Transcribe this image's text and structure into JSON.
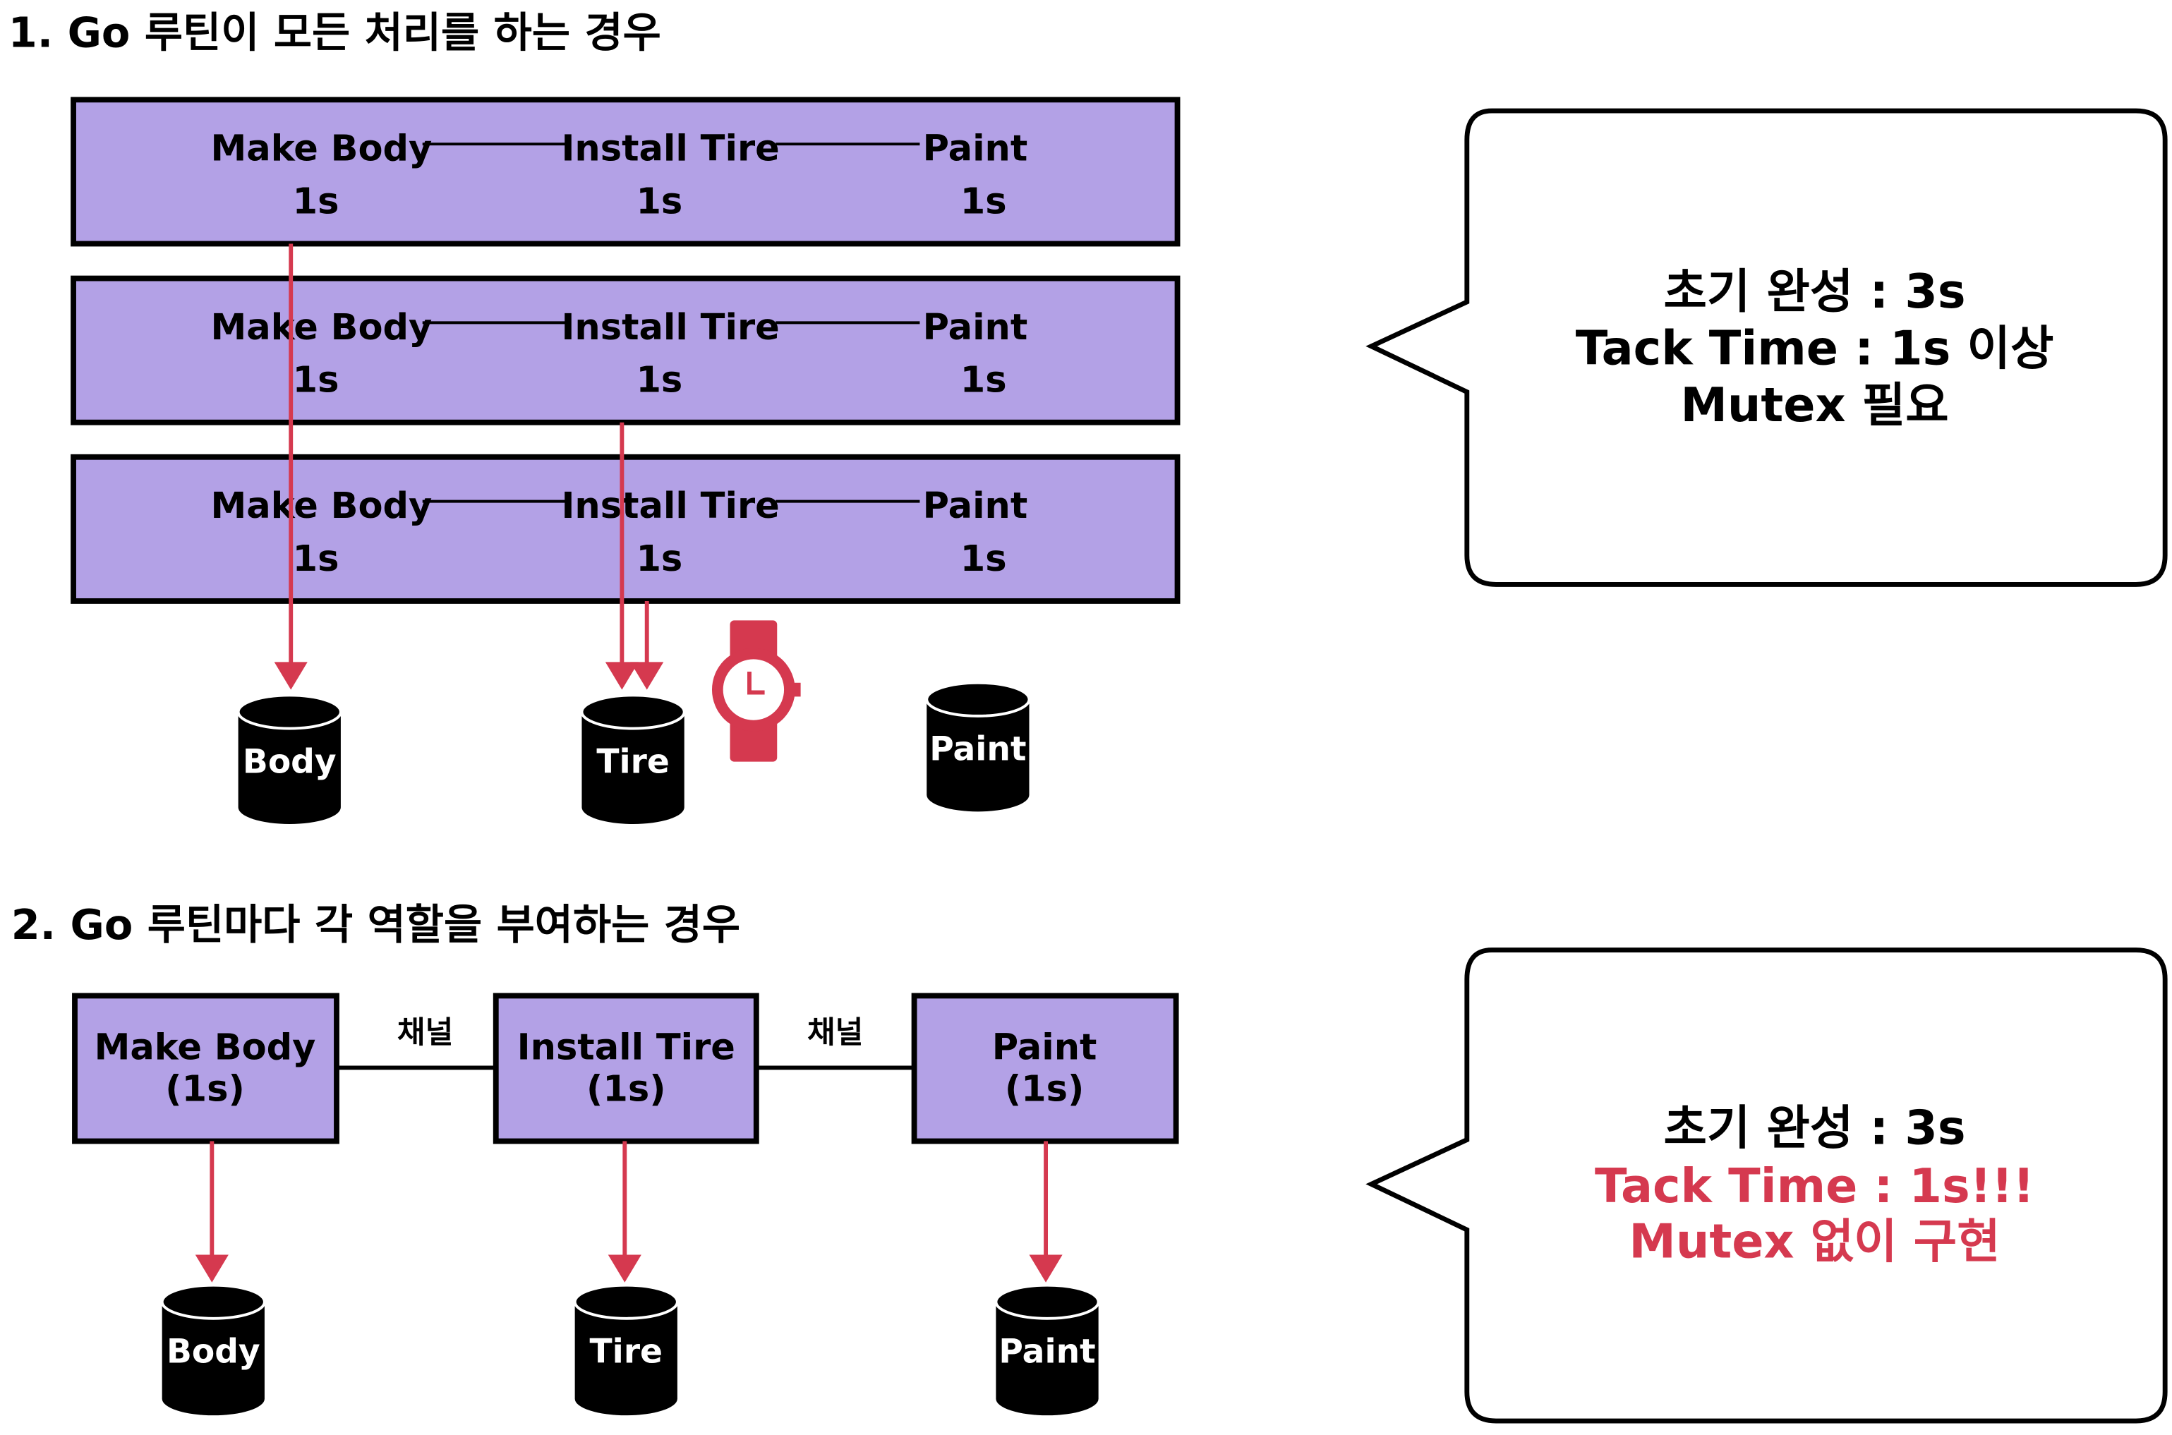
{
  "section1": {
    "heading": "1. Go 루틴이 모든 처리를 하는 경우",
    "rows": [
      {
        "stages": [
          {
            "name": "Make Body",
            "time": "1s"
          },
          {
            "name": "Install Tire",
            "time": "1s"
          },
          {
            "name": "Paint",
            "time": "1s"
          }
        ]
      },
      {
        "stages": [
          {
            "name": "Make Body",
            "time": "1s"
          },
          {
            "name": "Install Tire",
            "time": "1s"
          },
          {
            "name": "Paint",
            "time": "1s"
          }
        ]
      },
      {
        "stages": [
          {
            "name": "Make Body",
            "time": "1s"
          },
          {
            "name": "Install Tire",
            "time": "1s"
          },
          {
            "name": "Paint",
            "time": "1s"
          }
        ]
      }
    ],
    "storages": [
      "Body",
      "Tire",
      "Paint"
    ],
    "clock_icon": "wristwatch-icon",
    "callout": {
      "line1": "초기 완성 : 3s",
      "line2": "Tack Time : 1s 이상",
      "line3": "Mutex 필요"
    }
  },
  "section2": {
    "heading": "2. Go 루틴마다 각 역할을 부여하는 경우",
    "stages": [
      {
        "name": "Make Body",
        "time": "(1s)"
      },
      {
        "name": "Install Tire",
        "time": "(1s)"
      },
      {
        "name": "Paint",
        "time": "(1s)"
      }
    ],
    "channel_labels": [
      "채널",
      "채널"
    ],
    "storages": [
      "Body",
      "Tire",
      "Paint"
    ],
    "callout": {
      "line1": "초기 완성 : 3s",
      "line2": "Tack Time : 1s!!!",
      "line3": "Mutex 없이 구현"
    }
  },
  "colors": {
    "box_fill": "#b3a1e6",
    "arrow": "#d5394f",
    "highlight_text": "#d5394f",
    "cylinder": "#000000"
  }
}
